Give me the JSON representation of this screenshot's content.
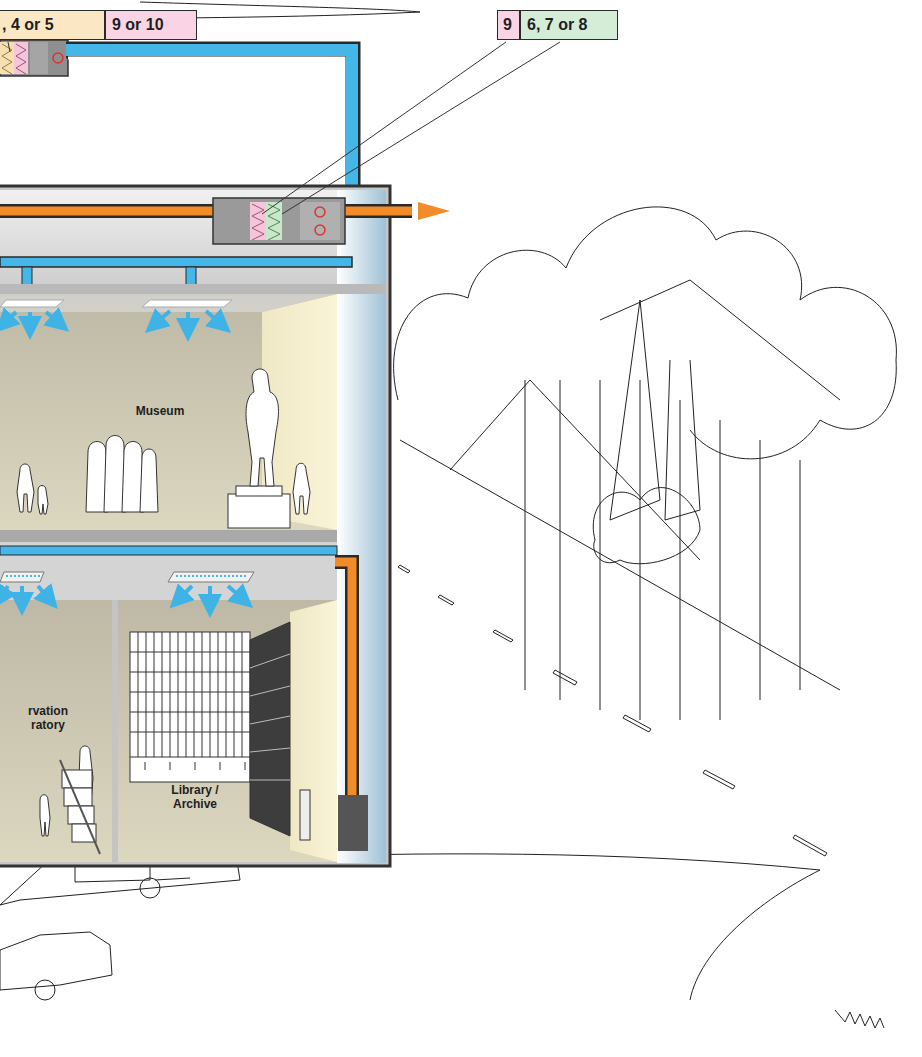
{
  "diagram": {
    "nodes": [
      {
        "text": [
          ", 4 or 5"
        ]
      },
      {
        "text": [
          "9 or 10"
        ]
      },
      {
        "text": [
          "9"
        ]
      },
      {
        "text": [
          "6, 7 or 8"
        ]
      },
      {
        "text": [
          "Museum"
        ]
      },
      {
        "text": [
          "rvation ratory"
        ]
      },
      {
        "text": [
          "Library / Archive"
        ]
      }
    ]
  }
}
